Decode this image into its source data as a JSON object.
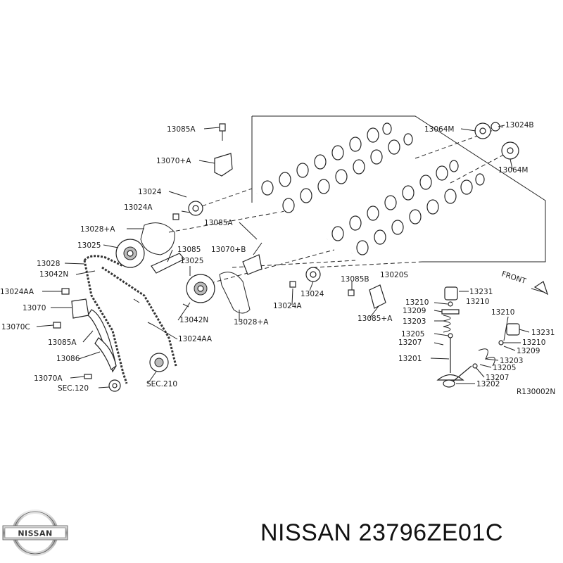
{
  "labels": {
    "l13085A_top": "13085A",
    "l13070_A_top": "13070+A",
    "l13024": "13024",
    "l13024A": "13024A",
    "l13028_A": "13028+A",
    "l13025_left": "13025",
    "l13085A_mid": "13085A",
    "l13070_B": "13070+B",
    "l13085": "13085",
    "l13025_mid": "13025",
    "l13028": "13028",
    "l13042N_left": "13042N",
    "l13024AA_left": "13024AA",
    "l13070": "13070",
    "l13070C": "13070C",
    "l13085A_low": "13085A",
    "l13086": "13086",
    "l13070A": "13070A",
    "lSEC120": "SEC.120",
    "l13042N_mid": "13042N",
    "l13024AA_mid": "13024AA",
    "lSEC210": "SEC.210",
    "l13028_A_low": "13028+A",
    "l13024_low": "13024",
    "l13024A_low": "13024A",
    "l13085B": "13085B",
    "l13085_A": "13085+A",
    "l13020S": "13020S",
    "l13064M_top": "13064M",
    "l13024B": "13024B",
    "l13064M_right": "13064M",
    "lFRONT": "FRONT",
    "l13231_top": "13231",
    "l13210_a": "13210",
    "l13210_b": "13210",
    "l13209_a": "13209",
    "l13203_a": "13203",
    "l13205_a": "13205",
    "l13207_a": "13207",
    "l13201": "13201",
    "l13210_c": "13210",
    "l13231_right": "13231",
    "l13210_d": "13210",
    "l13209_b": "13209",
    "l13203_b": "13203",
    "l13205_b": "13205",
    "l13207_b": "13207",
    "l13202": "13202",
    "lR130002N": "R130002N"
  },
  "brand": {
    "logo_text": "NISSAN",
    "title": "NISSAN 23796ZE01C"
  }
}
